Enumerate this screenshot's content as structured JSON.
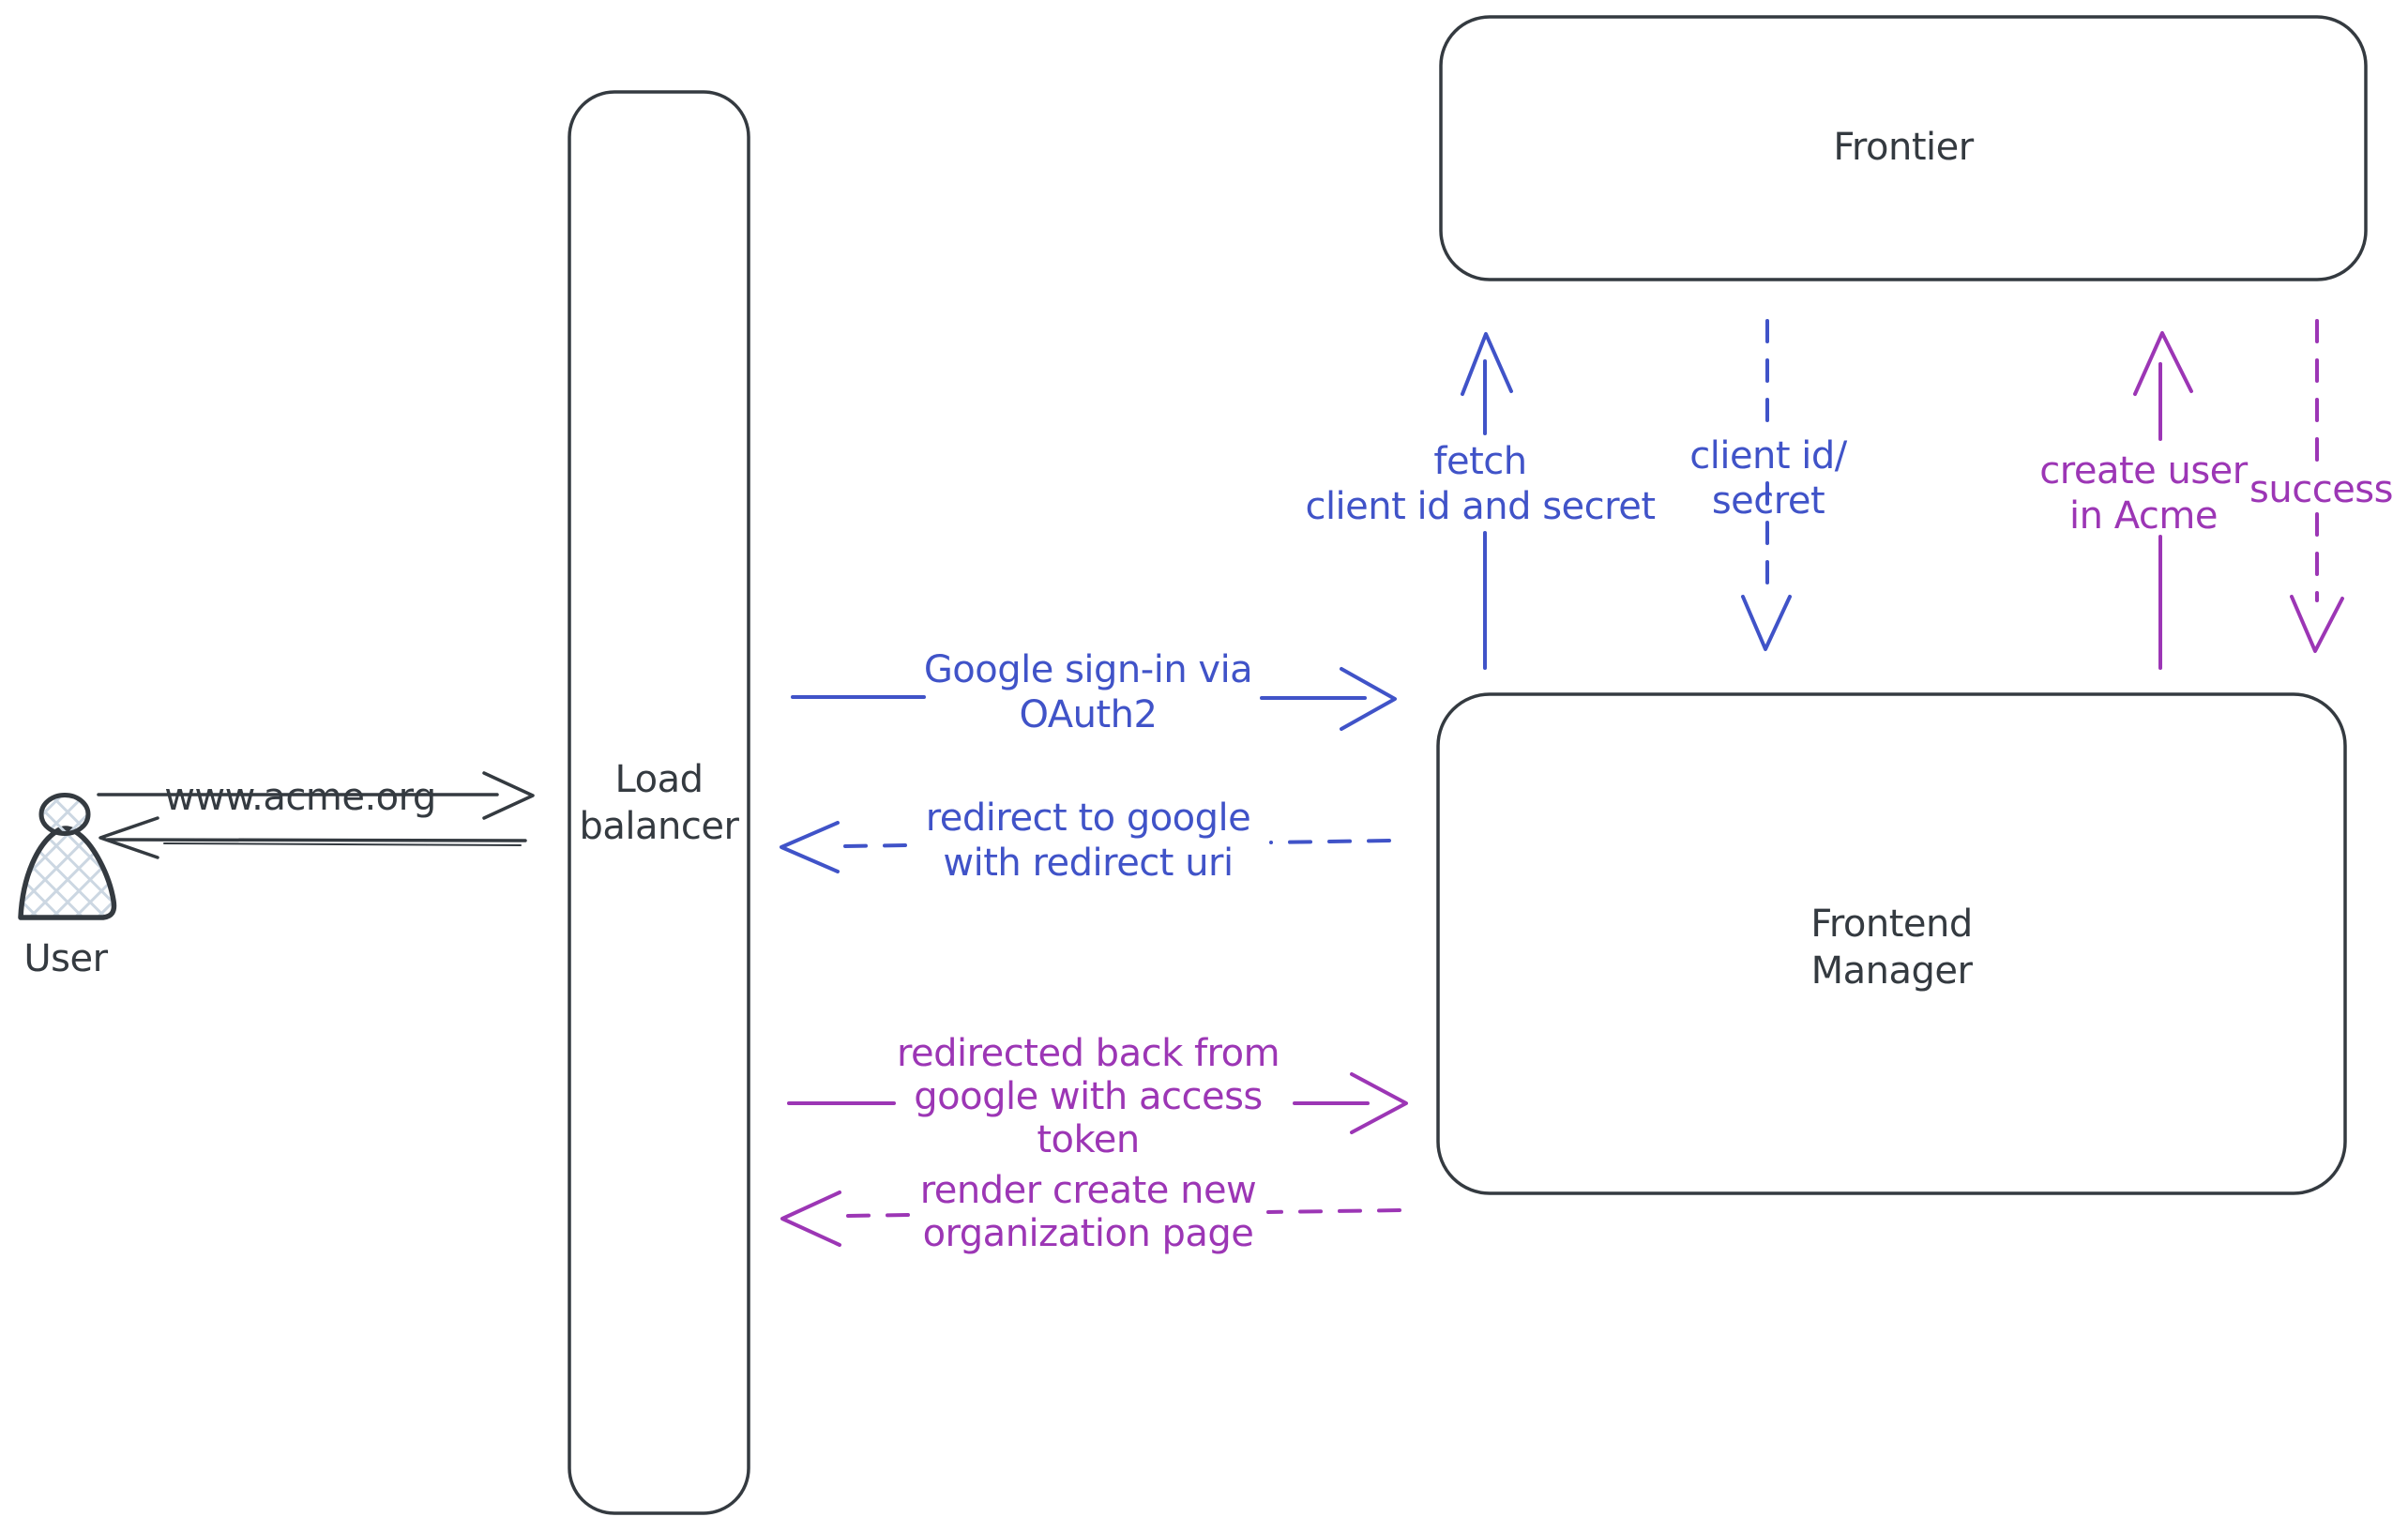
{
  "diagram": {
    "type": "sequence-architecture-sketch",
    "colors": {
      "ink": "#343a40",
      "blue": "#4053c8",
      "purple": "#9c36b5",
      "hatch_fill": "#ccd7e2",
      "background": "#ffffff"
    },
    "actors": {
      "user": {
        "label": "User"
      },
      "load_balancer": {
        "label_line1": "Load",
        "label_line2": "balancer"
      },
      "frontier": {
        "label": "Frontier"
      },
      "frontend_manager": {
        "label_line1": "Frontend",
        "label_line2": "Manager"
      }
    },
    "messages": {
      "user_to_lb": {
        "label": "www.acme.org",
        "style": "solid",
        "direction": "right",
        "color": "ink"
      },
      "lb_to_user": {
        "label": "",
        "style": "solid",
        "direction": "left",
        "color": "ink"
      },
      "lb_to_fm_signin": {
        "line1": "Google sign-in via",
        "line2": "OAuth2",
        "style": "solid",
        "direction": "right",
        "color": "blue"
      },
      "fm_to_lb_redirect": {
        "line1": "redirect to google",
        "line2": "with redirect uri",
        "style": "dashed",
        "direction": "left",
        "color": "blue"
      },
      "lb_to_fm_redirected": {
        "line1": "redirected back from",
        "line2": "google with access",
        "line3": "token",
        "style": "solid",
        "direction": "right",
        "color": "purple"
      },
      "fm_to_lb_render": {
        "line1": "render create new",
        "line2": "organization page",
        "style": "dashed",
        "direction": "left",
        "color": "purple"
      },
      "fm_to_frontier_fetch": {
        "line1": "fetch",
        "line2": "client id and secret",
        "style": "solid",
        "direction": "up",
        "color": "blue"
      },
      "frontier_to_fm_client": {
        "line1": "client id/",
        "line2": "secret",
        "style": "dashed",
        "direction": "down",
        "color": "blue"
      },
      "fm_to_frontier_createuser": {
        "line1": "create user",
        "line2": "in Acme",
        "style": "solid",
        "direction": "up",
        "color": "purple"
      },
      "frontier_to_fm_success": {
        "line1": "success",
        "style": "dashed",
        "direction": "down",
        "color": "purple"
      }
    }
  }
}
